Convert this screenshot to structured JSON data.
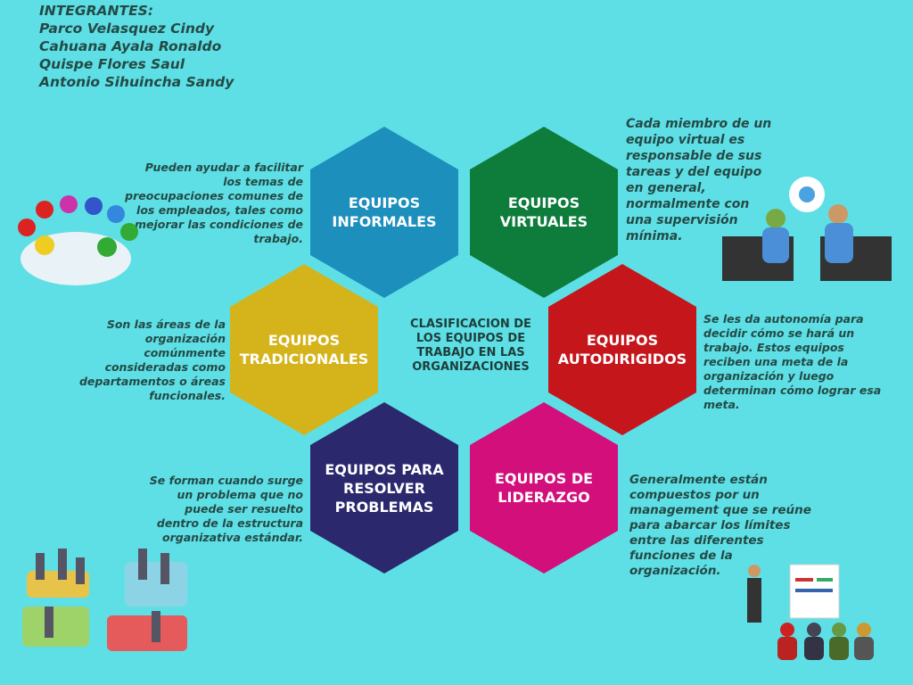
{
  "members": {
    "heading": "INTEGRANTES:",
    "names": [
      "Parco Velasquez Cindy",
      "Cahuana Ayala Ronaldo",
      "Quispe Flores Saul",
      "Antonio Sihuincha Sandy"
    ]
  },
  "title": "CLASIFICACION DE LOS EQUIPOS DE TRABAJO EN LAS ORGANIZACIONES",
  "teams": [
    {
      "label": "EQUIPOS INFORMALES",
      "color": "#1c8fbd",
      "desc": "Pueden ayudar a facilitar los temas de preocupaciones comunes de los empleados, tales como mejorar las condiciones de trabajo."
    },
    {
      "label": "EQUIPOS VIRTUALES",
      "color": "#0e7d3c",
      "desc": "Cada miembro de un equipo virtual es responsable de sus tareas y del equipo en general, normalmente con una supervisión mínima."
    },
    {
      "label": "EQUIPOS TRADICIONALES",
      "color": "#d4b41a",
      "desc": "Son las áreas de la organización comúnmente consideradas como departamentos o áreas funcionales."
    },
    {
      "label": "EQUIPOS AUTODIRIGIDOS",
      "color": "#c5161c",
      "desc": "Se les da autonomía para decidir cómo se hará un trabajo. Estos equipos reciben una meta de la organización y luego determinan cómo lograr esa meta."
    },
    {
      "label": "EQUIPOS PARA RESOLVER PROBLEMAS",
      "color": "#2b286e",
      "desc": "Se forman cuando surge un problema que no puede ser resuelto dentro de la estructura organizativa estándar."
    },
    {
      "label": "EQUIPOS DE LIDERAZGO",
      "color": "#d20f7b",
      "desc": "Generalmente están compuestos por un management que se reúne para abarcar los límites entre las diferentes funciones de la organización."
    }
  ]
}
